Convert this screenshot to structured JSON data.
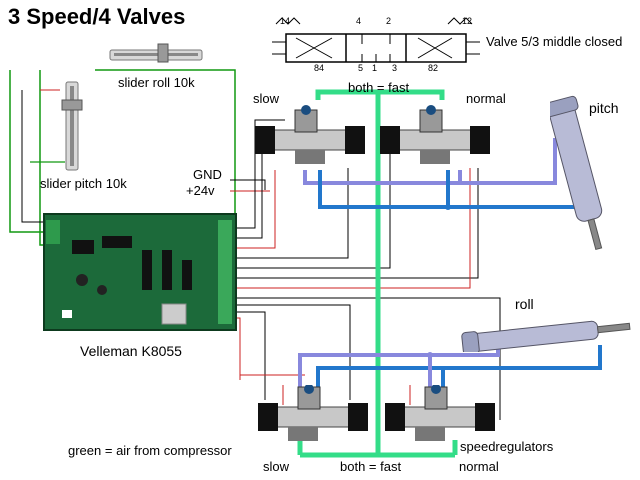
{
  "title": "3 Speed/4 Valves",
  "valve_symbol": {
    "caption": "Valve 5/3 middle closed",
    "port_top": [
      "14",
      "4",
      "2",
      "12"
    ],
    "port_bottom": [
      "84",
      "5",
      "1",
      "3",
      "82"
    ]
  },
  "labels": {
    "slider_roll": "slider roll 10k",
    "slider_pitch": "slider pitch 10k",
    "gnd": "GND",
    "v24": "+24v",
    "board": "Velleman K8055",
    "slow_top": "slow",
    "fast_top": "both = fast",
    "normal_top": "normal",
    "pitch": "pitch",
    "roll": "roll",
    "legend": "green = air from compressor",
    "speedregulators": "speedregulators",
    "slow_bottom": "slow",
    "fast_bottom": "both = fast",
    "normal_bottom": "normal"
  },
  "colors": {
    "air": "#33dd88",
    "hose_blue": "#2277cc",
    "hose_lavender": "#8888dd",
    "wire_black": "#000000",
    "wire_red": "#cc2222",
    "wire_green": "#119911",
    "board": "#1c6a3a"
  }
}
